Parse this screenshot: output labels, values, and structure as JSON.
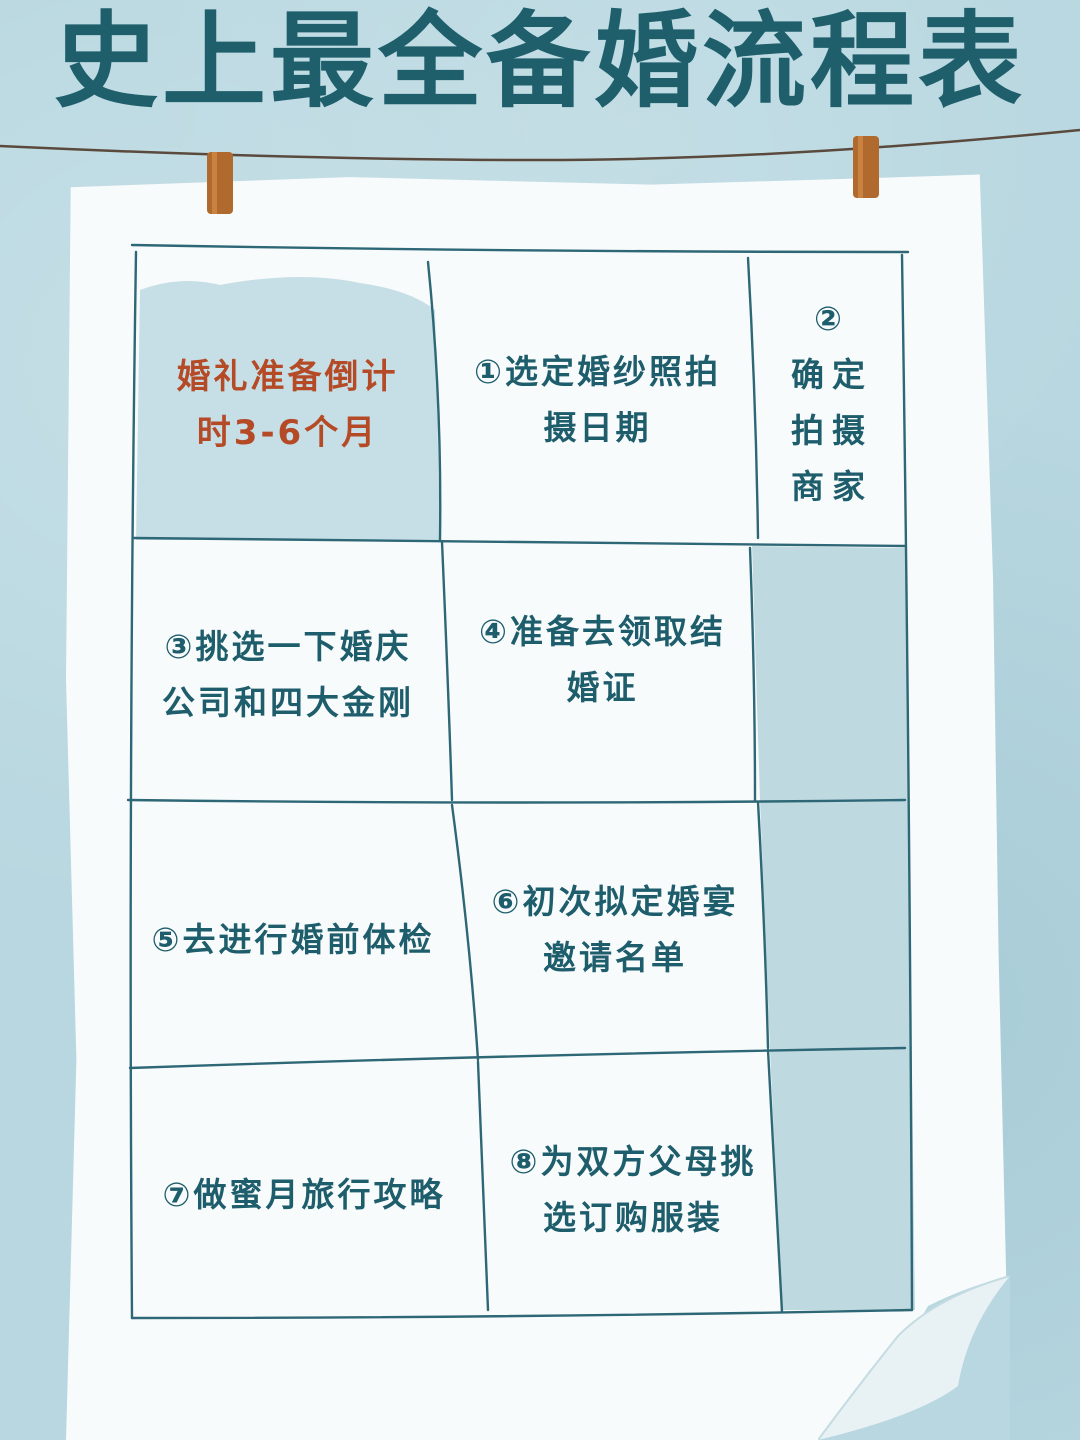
{
  "title": "史上最全备婚流程表",
  "colors": {
    "background": "#b8d7e0",
    "title": "#1f5f6c",
    "text": "#1e5d6b",
    "highlight_text": "#b54a27",
    "paper": "#f8fbfc",
    "grid_line": "#2e6776",
    "clip": "#b06a2e"
  },
  "header_cell": {
    "line1": "婚礼准备倒计",
    "line2": "时3-6个月"
  },
  "steps": [
    {
      "line1": "①选定婚纱照拍",
      "line2": "摄日期"
    },
    {
      "line1": "②",
      "line2": "确定",
      "line3": "拍摄",
      "line4": "商家"
    },
    {
      "line1": "③挑选一下婚庆",
      "line2": "公司和四大金刚"
    },
    {
      "line1": "④准备去领取结",
      "line2": "婚证"
    },
    {
      "line1": "⑤去进行婚前体检"
    },
    {
      "line1": "⑥初次拟定婚宴",
      "line2": "邀请名单"
    },
    {
      "line1": "⑦做蜜月旅行攻略"
    },
    {
      "line1": "⑧为双方父母挑",
      "line2": "选订购服装"
    }
  ]
}
